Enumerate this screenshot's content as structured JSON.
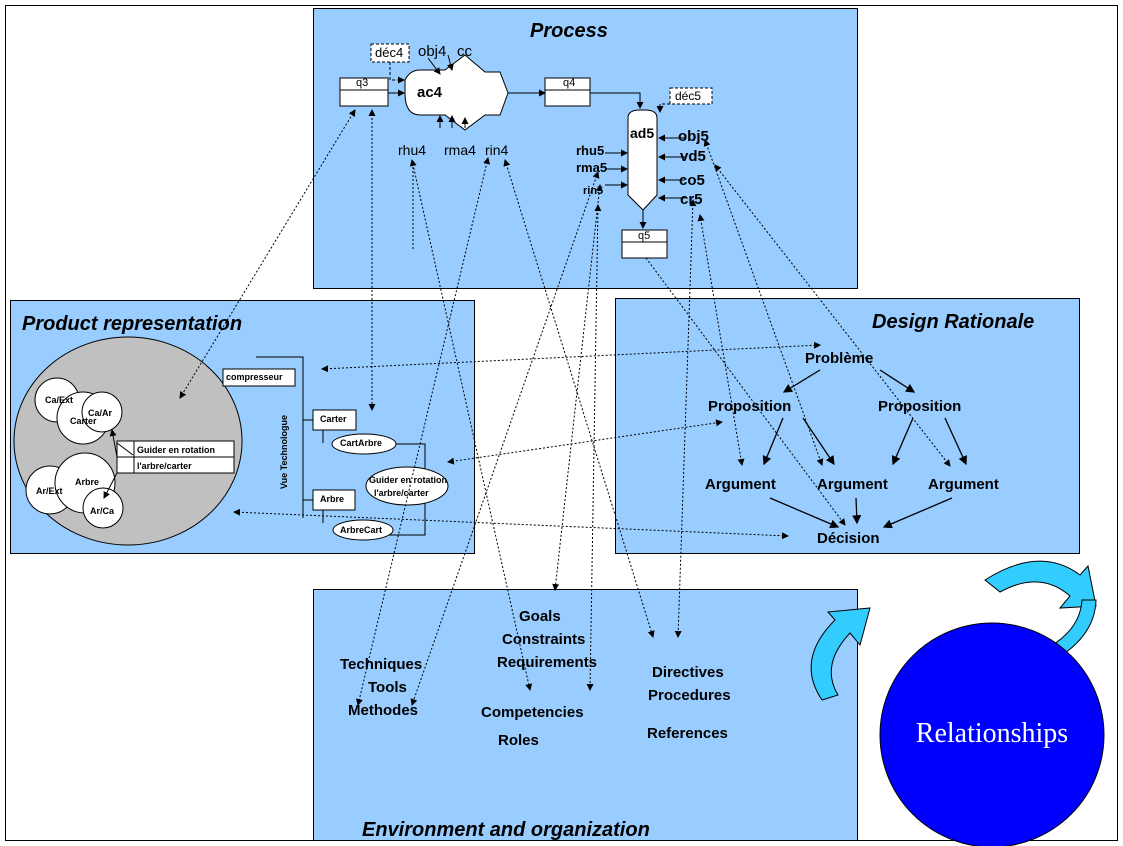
{
  "panels": {
    "process": "Process",
    "product": "Product representation",
    "rationale": "Design Rationale",
    "environment": "Environment and organization"
  },
  "process": {
    "dec4": "déc4",
    "obj4": "obj4",
    "cc": "cc",
    "q3": "q3",
    "q4": "q4",
    "q5": "q5",
    "ac4": "ac4",
    "dec5": "déc5",
    "ad5": "ad5",
    "rhu4": "rhu4",
    "rma4": "rma4",
    "rin4": "rin4",
    "rhu5": "rhu5",
    "rma5": "rma5",
    "rin5": "rin5",
    "obj5": "obj5",
    "vd5": "vd5",
    "co5": "co5",
    "cr5": "cr5"
  },
  "product": {
    "caext": "Ca/Ext",
    "carter": "Carter",
    "caar": "Ca/Ar",
    "arbre": "Arbre",
    "arext": "Ar/Ext",
    "arca": "Ar/Ca",
    "guider1": "Guider en rotation",
    "guider2": "l'arbre/carter",
    "compresseur": "compresseur",
    "vue": "Vue Technologue",
    "tree_carter": "Carter",
    "cartarbre": "CartArbre",
    "tree_guider1": "Guider en rotation",
    "tree_guider2": "l'arbre/carter",
    "tree_arbre": "Arbre",
    "arbrecart": "ArbreCart"
  },
  "rationale": {
    "probleme": "Problème",
    "proposition1": "Proposition",
    "proposition2": "Proposition",
    "argument1": "Argument",
    "argument2": "Argument",
    "argument3": "Argument",
    "decision": "Décision"
  },
  "environment": {
    "goals": "Goals",
    "constraints": "Constraints",
    "requirements": "Requirements",
    "techniques": "Techniques",
    "tools": "Tools",
    "methodes": "Methodes",
    "directives": "Directives",
    "procedures": "Procedures",
    "competencies": "Competencies",
    "roles": "Roles",
    "references": "References"
  },
  "relationships": "Relationships",
  "colors": {
    "panel": "#99ccff",
    "ellipse": "#c0c0c0",
    "sphere": "#0000ff",
    "arrow": "#33ccff"
  }
}
